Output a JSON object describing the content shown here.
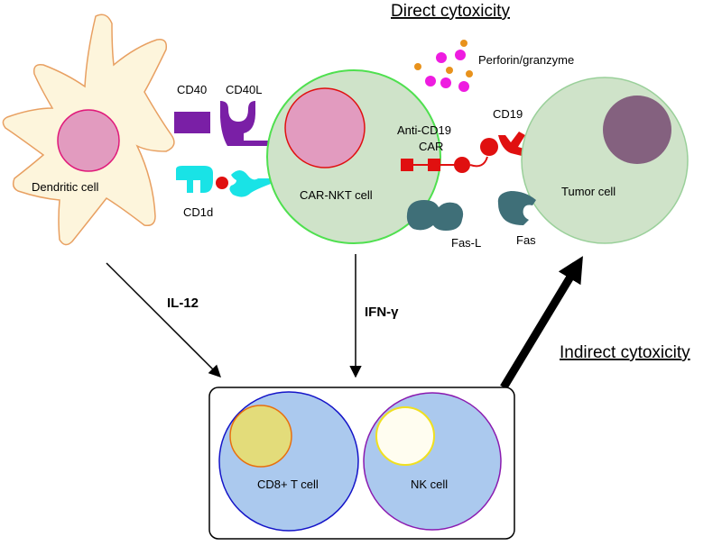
{
  "headings": {
    "direct": "Direct cytoxicity",
    "indirect": "Indirect cytoxicity"
  },
  "cells": {
    "dendritic": "Dendritic cell",
    "car_nkt": "CAR-NKT cell",
    "tumor": "Tumor cell",
    "cd8": "CD8+ T cell",
    "nk": "NK cell"
  },
  "molecules": {
    "cd40": "CD40",
    "cd40l": "CD40L",
    "cd1d": "CD1d",
    "perforin": "Perforin/granzyme",
    "anti_cd19_line1": "Anti-CD19",
    "anti_cd19_line2": "CAR",
    "cd19": "CD19",
    "fas_l": "Fas-L",
    "fas": "Fas"
  },
  "cytokines": {
    "il12": "IL-12",
    "ifn": "IFN-γ"
  },
  "colors": {
    "dendritic_fill": "#fdf5dc",
    "dendritic_stroke": "#e8a062",
    "pink_nucleus": "#e29bbf",
    "nkt_fill": "#cfe3c9",
    "nkt_stroke": "#4fe04f",
    "tumor_fill": "#cfe3c9",
    "tumor_stroke": "#9ad09a",
    "tumor_nucleus": "#84617f",
    "purple_receptor": "#7a1fa6",
    "cyan_receptor": "#19e3e6",
    "car_red": "#e01010",
    "fas_teal": "#3f6f78",
    "blue_cell": "#abc9ee",
    "cd8_nucleus": "#e3dc7a",
    "magenta": "#ee1ce0",
    "orange": "#e8921c"
  }
}
